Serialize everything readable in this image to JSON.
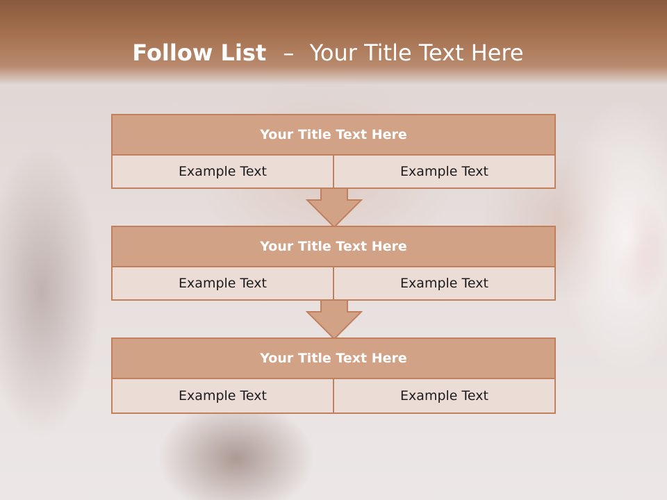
{
  "header": {
    "title_bold": "Follow List",
    "title_sep": "–",
    "title_rest": "Your Title Text Here"
  },
  "blocks": [
    {
      "title": "Your Title Text Here",
      "left": "Example Text",
      "right": "Example Text"
    },
    {
      "title": "Your Title Text Here",
      "left": "Example Text",
      "right": "Example Text"
    },
    {
      "title": "Your Title Text Here",
      "left": "Example Text",
      "right": "Example Text"
    }
  ],
  "arrows": [
    {
      "icon": "down-arrow-icon"
    },
    {
      "icon": "down-arrow-icon"
    }
  ],
  "colors": {
    "header": "#a4704f",
    "block_title_fill": "#d2a287",
    "block_row_fill": "#ecdcd6",
    "border": "#c0805e"
  }
}
